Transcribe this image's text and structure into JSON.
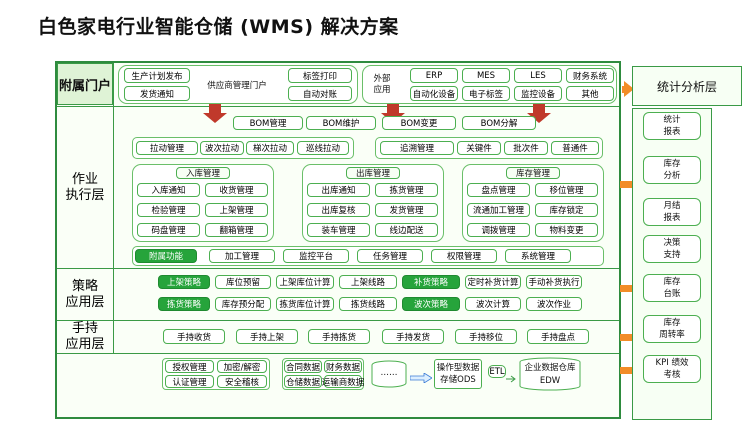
{
  "title": "白色家电行业智能仓储 (WMS) 解决方案",
  "layers": {
    "portal": "附属门户",
    "execution_line1": "作业",
    "execution_line2": "执行层",
    "strategy_line1": "策略",
    "strategy_line2": "应用层",
    "handheld_line1": "手持",
    "handheld_line2": "应用层",
    "analytics": "统计分析层"
  },
  "portal": {
    "supplier_items": [
      "生产计划发布",
      "发货通知"
    ],
    "supplier_label": "供应商管理门户",
    "label_items": [
      "标签打印",
      "自动对账"
    ],
    "external_label_line1": "外部",
    "external_label_line2": "应用",
    "external_top": [
      "ERP",
      "MES",
      "LES",
      "财务系统"
    ],
    "external_bottom": [
      "自动化设备",
      "电子标签",
      "监控设备",
      "其他"
    ]
  },
  "bom": [
    "BOM管理",
    "BOM维护",
    "BOM变更",
    "BOM分解"
  ],
  "ops_left": [
    "拉动管理",
    "波次拉动",
    "梯次拉动",
    "巡线拉动"
  ],
  "ops_right": [
    "追溯管理",
    "关键件",
    "批次件",
    "普通件"
  ],
  "inbound": {
    "title": "入库管理",
    "items": [
      "入库通知",
      "收货管理",
      "检验管理",
      "上架管理",
      "码盘管理",
      "翻箱管理"
    ]
  },
  "outbound": {
    "title": "出库管理",
    "items": [
      "出库通知",
      "拣货管理",
      "出库复核",
      "发货管理",
      "装车管理",
      "线边配送"
    ]
  },
  "stock": {
    "title": "库存管理",
    "items": [
      "盘点管理",
      "移位管理",
      "流通加工管理",
      "库存锁定",
      "调拨管理",
      "物料变更"
    ]
  },
  "aux": {
    "title": "附属功能",
    "items": [
      "加工管理",
      "监控平台",
      "任务管理",
      "权限管理",
      "系统管理"
    ]
  },
  "strategy": {
    "row1": [
      {
        "label": "上架策略",
        "hl": true
      },
      {
        "label": "库位预留",
        "hl": false
      },
      {
        "label": "上架库位计算",
        "hl": false
      },
      {
        "label": "上架线路",
        "hl": false
      },
      {
        "label": "补货策略",
        "hl": true
      },
      {
        "label": "定时补货计算",
        "hl": false
      },
      {
        "label": "手动补货执行",
        "hl": false
      }
    ],
    "row2": [
      {
        "label": "拣货策略",
        "hl": true
      },
      {
        "label": "库存预分配",
        "hl": false
      },
      {
        "label": "拣货库位计算",
        "hl": false
      },
      {
        "label": "拣货线路",
        "hl": false
      },
      {
        "label": "波次策略",
        "hl": true
      },
      {
        "label": "波次计算",
        "hl": false
      },
      {
        "label": "波次作业",
        "hl": false
      }
    ]
  },
  "handheld": [
    "手持收货",
    "手持上架",
    "手持拣货",
    "手持发货",
    "手持移位",
    "手持盘点"
  ],
  "bottom": {
    "auth": [
      "授权管理",
      "加密/解密",
      "认证管理",
      "安全稽核"
    ],
    "data": [
      "合同数据",
      "财务数据",
      "仓储数据",
      "运输商数据"
    ],
    "dots": "……",
    "ods_line1": "操作型数据",
    "ods_line2": "存储ODS",
    "etl": "ETL",
    "edw_line1": "企业数据仓库",
    "edw_line2": "EDW"
  },
  "analytics": [
    "统计\n报表",
    "库存\n分析",
    "月结\n报表",
    "决策\n支持",
    "库存\n台账",
    "库存\n周转率",
    "KPI 绩效\n考核"
  ],
  "colors": {
    "green": "#26a43b",
    "border": "#3a9a46",
    "orange": "#f28c28",
    "red": "#c0392b"
  }
}
